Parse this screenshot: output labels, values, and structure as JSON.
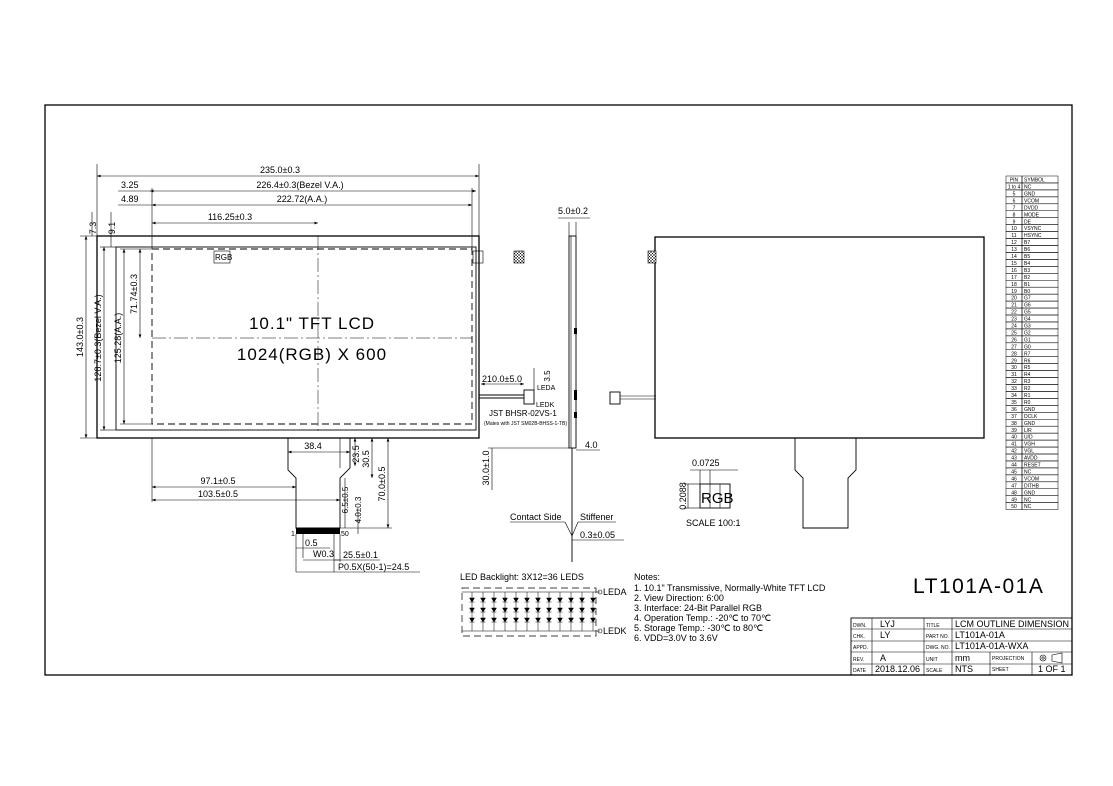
{
  "display": {
    "size_line": "10.1\" TFT LCD",
    "resolution_line": "1024(RGB) X 600",
    "rgb_tag": "RGB",
    "rgb_tag_small": "R|G|B"
  },
  "front_dims": {
    "overall_width": "235.0±0.3",
    "bezel_va": "226.4±0.3(Bezel V.A.)",
    "active_area": "222.72(A.A.)",
    "center_offset": "116.25±0.3",
    "left_offset_1": "3.25",
    "left_offset_2": "4.89",
    "top_offset_1": "7.3",
    "top_offset_2": "9.1",
    "overall_height": "143.0±0.3",
    "bezel_va_height": "128.7±0.3(Bezel V.A.)",
    "aa_height": "125.28(A.A.)",
    "half_height": "71.74±0.3",
    "fpc_width": "38.4",
    "fpc_d1": "23.5",
    "fpc_d2": "30.5",
    "fpc_d3": "70.0±0.5",
    "fpc_d4": "6.5±0.5",
    "fpc_d5": "4.0±0.3",
    "fpc_pos1": "97.1±0.5",
    "fpc_pos2": "103.5±0.5",
    "pin_first": "1",
    "pin_last": "50",
    "pitch_a": "0.5",
    "pitch_b": "W0.3",
    "contact_width": "25.5±0.1",
    "pitch_total": "P0.5X(50-1)=24.5"
  },
  "side_dims": {
    "thickness": "5.0±0.2",
    "wire_length": "210.0±5.0",
    "connector_height": "3.5",
    "leda": "LEDA",
    "ledk": "LEDK",
    "connector_name": "JST BHSR-02VS-1",
    "connector_mate": "(Mates with JST SM02B-BHSS-1-TB)",
    "dim_4": "4.0",
    "dim_30": "30.0±1.0",
    "contact_side": "Contact Side",
    "stiffener": "Stiffener",
    "stiffener_thk": "0.3±0.05"
  },
  "detail": {
    "width": "0.0725",
    "height": "0.2088",
    "label": "RGB",
    "scale": "SCALE  100:1"
  },
  "backlight": {
    "title": "LED Backlight: 3X12=36 LEDS",
    "leda": "LEDA",
    "ledk": "LEDK"
  },
  "notes": {
    "heading": "Notes:",
    "items": [
      "1. 10.1\" Transmissive, Normally-White TFT LCD",
      "2. View Direction: 6:00",
      "3. Interface: 24-Bit Parallel RGB",
      "4. Operation Temp.: -20℃ to 70℃",
      "5. Storage Temp.: -30℃ to 80℃",
      "6. VDD=3.0V to 3.6V"
    ]
  },
  "model": "LT101A-01A",
  "title_block": {
    "dwn_label": "DWN.",
    "dwn": "LYJ",
    "chk_label": "CHK.",
    "chk": "LY",
    "appd_label": "APPD.",
    "appd": "",
    "rev_label": "REV.",
    "rev": "A",
    "date_label": "DATE",
    "date": "2018.12.06",
    "title_label": "TITLE",
    "title": "LCM OUTLINE DIMENSION",
    "part_label": "PART NO.",
    "part": "LT101A-01A",
    "dwg_label": "DWG. NO.",
    "dwg": "LT101A-01A-WXA",
    "unit_label": "UNIT",
    "unit": "mm",
    "projection_label": "PROJECTION",
    "scale_label": "SCALE",
    "scale": "NTS",
    "sheet_label": "SHEET",
    "sheet": "1  OF  1"
  },
  "pin_table": {
    "header": [
      "PIN",
      "SYMBOL"
    ],
    "rows": [
      [
        "1 to 4",
        "NC"
      ],
      [
        "5",
        "GND"
      ],
      [
        "6",
        "VCOM"
      ],
      [
        "7",
        "DVDD"
      ],
      [
        "8",
        "MODE"
      ],
      [
        "9",
        "DE"
      ],
      [
        "10",
        "VSYNC"
      ],
      [
        "11",
        "HSYNC"
      ],
      [
        "12",
        "B7"
      ],
      [
        "13",
        "B6"
      ],
      [
        "14",
        "B5"
      ],
      [
        "15",
        "B4"
      ],
      [
        "16",
        "B3"
      ],
      [
        "17",
        "B2"
      ],
      [
        "18",
        "B1"
      ],
      [
        "19",
        "B0"
      ],
      [
        "20",
        "G7"
      ],
      [
        "21",
        "G6"
      ],
      [
        "22",
        "G5"
      ],
      [
        "23",
        "G4"
      ],
      [
        "24",
        "G3"
      ],
      [
        "25",
        "G2"
      ],
      [
        "26",
        "G1"
      ],
      [
        "27",
        "G0"
      ],
      [
        "28",
        "R7"
      ],
      [
        "29",
        "R6"
      ],
      [
        "30",
        "R5"
      ],
      [
        "31",
        "R4"
      ],
      [
        "32",
        "R3"
      ],
      [
        "33",
        "R2"
      ],
      [
        "34",
        "R1"
      ],
      [
        "35",
        "R0"
      ],
      [
        "36",
        "GND"
      ],
      [
        "37",
        "DCLK"
      ],
      [
        "38",
        "GND"
      ],
      [
        "39",
        "L/R"
      ],
      [
        "40",
        "U/D"
      ],
      [
        "41",
        "VGH"
      ],
      [
        "42",
        "VGL"
      ],
      [
        "43",
        "AVDD"
      ],
      [
        "44",
        "RESET"
      ],
      [
        "45",
        "NC"
      ],
      [
        "46",
        "VCOM"
      ],
      [
        "47",
        "DITHB"
      ],
      [
        "48",
        "GND"
      ],
      [
        "49",
        "NC"
      ],
      [
        "50",
        "NC"
      ]
    ]
  }
}
